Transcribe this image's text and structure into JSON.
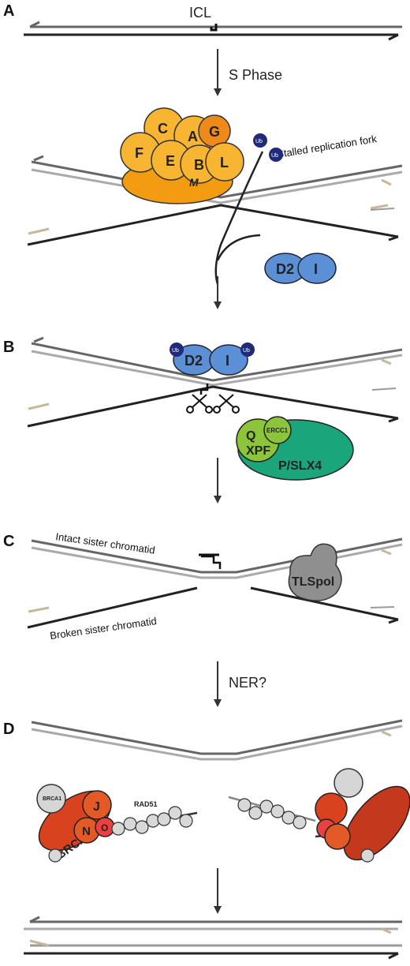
{
  "panels": {
    "a": "A",
    "b": "B",
    "c": "C",
    "d": "D"
  },
  "labels": {
    "icl": "ICL",
    "s_phase": "S Phase",
    "stalled_fork": "Stalled replication fork",
    "intact_sister": "Intact sister chromatid",
    "broken_sister": "Broken sister chromatid",
    "ner": "NER?",
    "rad51": "RAD51"
  },
  "core_complex": [
    "C",
    "A",
    "G",
    "F",
    "E",
    "B",
    "L",
    "M"
  ],
  "id2": {
    "d2": "D2",
    "i": "I",
    "ub": "Ub"
  },
  "nuclease": {
    "q": "Q",
    "xpf": "XPF",
    "ercc1": "ERCC1",
    "p_slx4": "P/SLX4"
  },
  "tlspol": "TLSpol",
  "hr": {
    "brca1": "BRCA1",
    "brca2_d1": "BRCA2/D1",
    "j": "J",
    "n": "N",
    "o": "O"
  },
  "colors": {
    "strand_dark": "#333333",
    "strand_grey": "#9a9a9a",
    "strand_tan": "#c8b89a",
    "core_orange": "#f4a21a",
    "id2_blue": "#5b8fd6",
    "ub_navy": "#1f2a7a",
    "nuclease_green": "#1aa57a",
    "xpf_lime": "#8cc43c",
    "tls_grey": "#8f8f8f",
    "brca_red": "#d9421f",
    "rad51_grey": "#d8d8d8"
  }
}
